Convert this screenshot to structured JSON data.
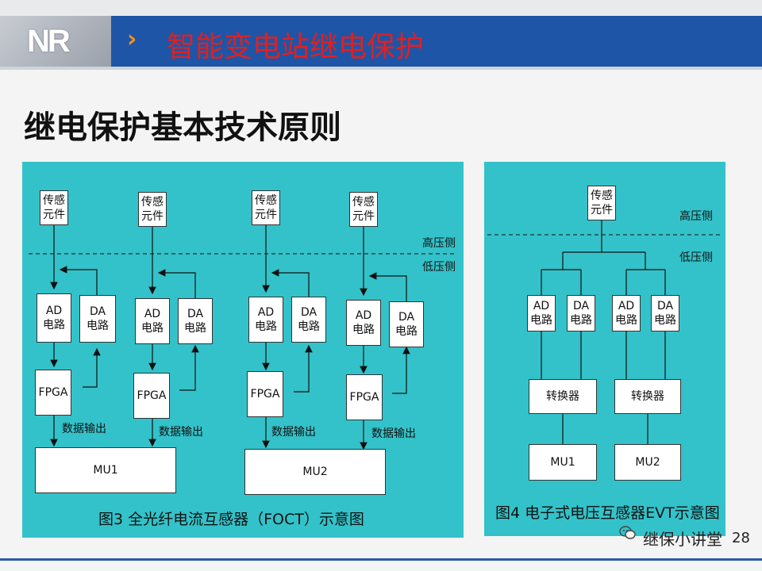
{
  "header": {
    "logo": "NR",
    "title": "智能变电站继电保护"
  },
  "page_title": "继电保护基本技术原则",
  "left_panel": {
    "sensor_label": "传感\n元件",
    "high_side": "高压侧",
    "low_side": "低压侧",
    "ad_label": "AD\n电路",
    "da_label": "DA\n电路",
    "fpga_label": "FPGA",
    "data_out": "数据输出",
    "mu1": "MU1",
    "mu2": "MU2",
    "caption": "图3  全光纤电流互感器（FOCT）示意图"
  },
  "right_panel": {
    "sensor_label": "传感\n元件",
    "high_side": "高压侧",
    "low_side": "低压侧",
    "ad_label": "AD\n电路",
    "da_label": "DA\n电路",
    "converter": "转换器",
    "mu1": "MU1",
    "mu2": "MU2",
    "caption": "图4  电子式电压互感器EVT示意图"
  },
  "footer": {
    "brand": "继保小讲堂",
    "page_number": "28"
  }
}
